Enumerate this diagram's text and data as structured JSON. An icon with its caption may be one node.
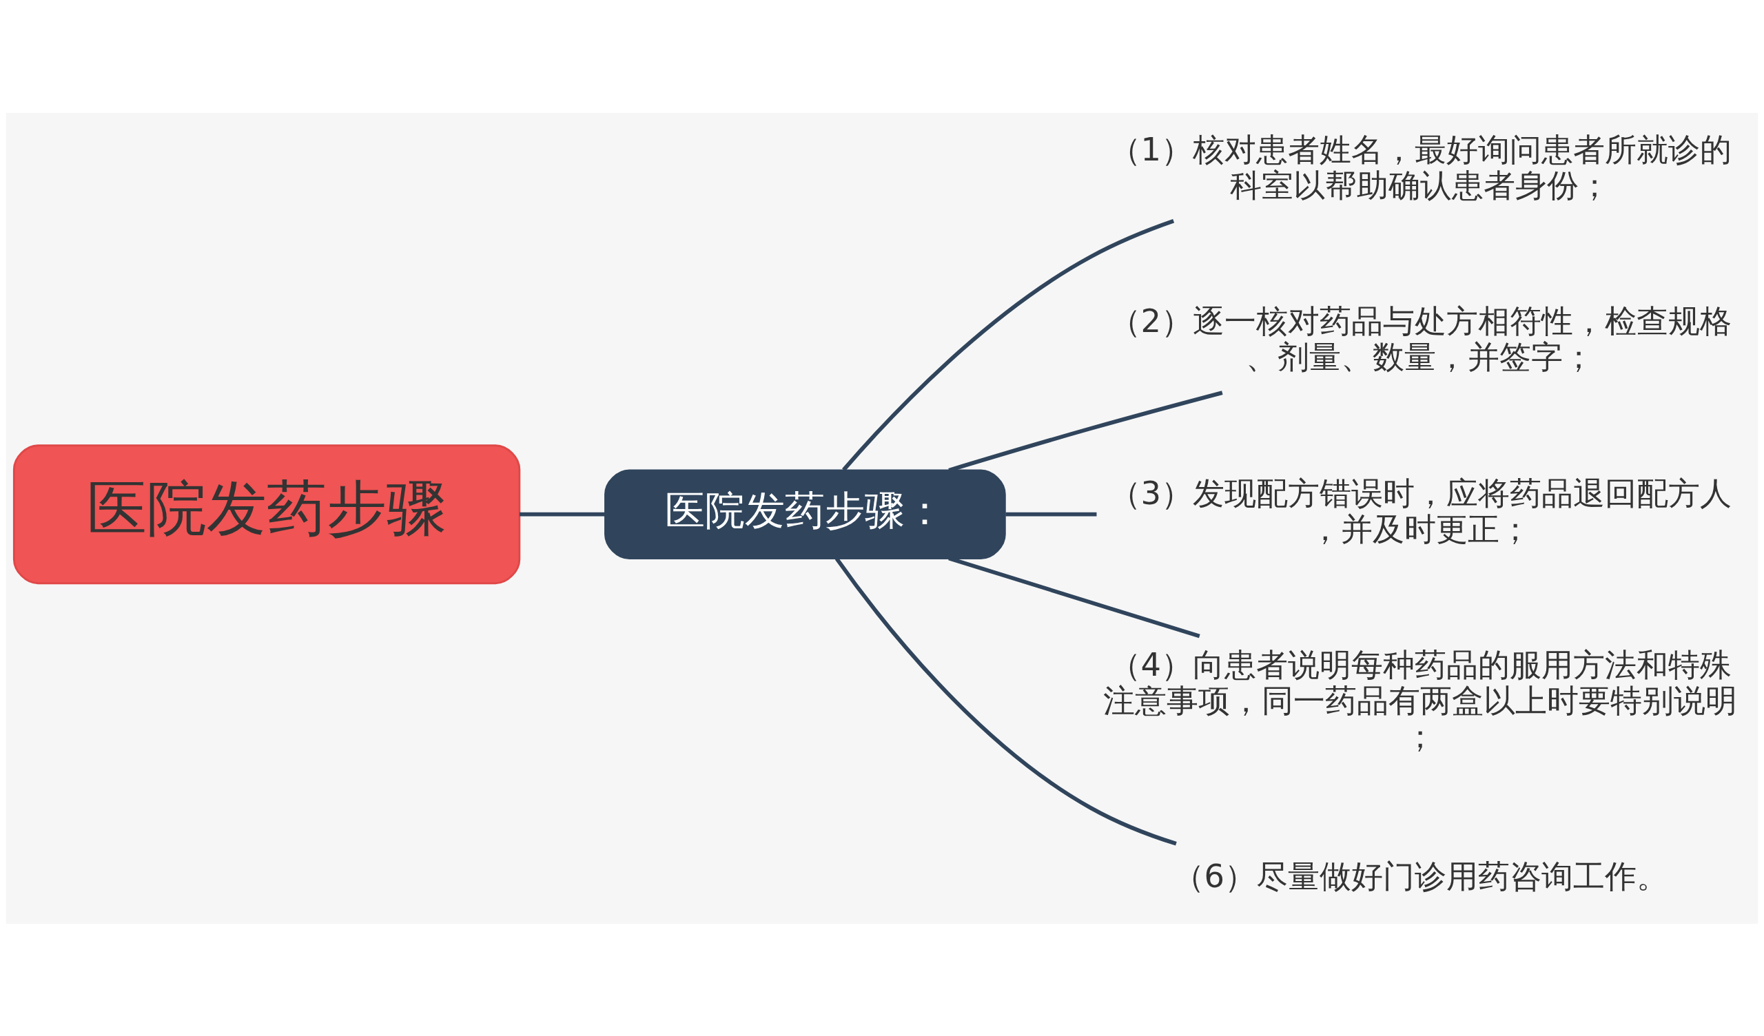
{
  "diagram": {
    "nodes": [
      {
        "text": [
          "医院发药步骤"
        ]
      },
      {
        "text": [
          "医院发药步骤："
        ]
      },
      {
        "text": [
          "（1）核对患者姓名，最好询问患者所就诊的科室以帮助确认患者身份；"
        ]
      },
      {
        "text": [
          "（2）逐一核对药品与处方相符性，检查规格、剂量、数量，并签字；"
        ]
      },
      {
        "text": [
          "（3）发现配方错误时，应将药品退回配方人，并及时更正；"
        ]
      },
      {
        "text": [
          "（4）向患者说明每种药品的服用方法和特殊注意事项，同一药品有两盒以上时要特别说明；"
        ]
      },
      {
        "text": [
          "（6）尽量做好门诊用药咨询工作。"
        ]
      }
    ],
    "edges": [
      {
        "from": 0,
        "to": 1,
        "arrow": "none"
      },
      {
        "from": 1,
        "to": 2,
        "arrow": "none"
      },
      {
        "from": 1,
        "to": 3,
        "arrow": "none"
      },
      {
        "from": 1,
        "to": 4,
        "arrow": "none"
      },
      {
        "from": 1,
        "to": 5,
        "arrow": "none"
      },
      {
        "from": 1,
        "to": 6,
        "arrow": "none"
      }
    ]
  }
}
